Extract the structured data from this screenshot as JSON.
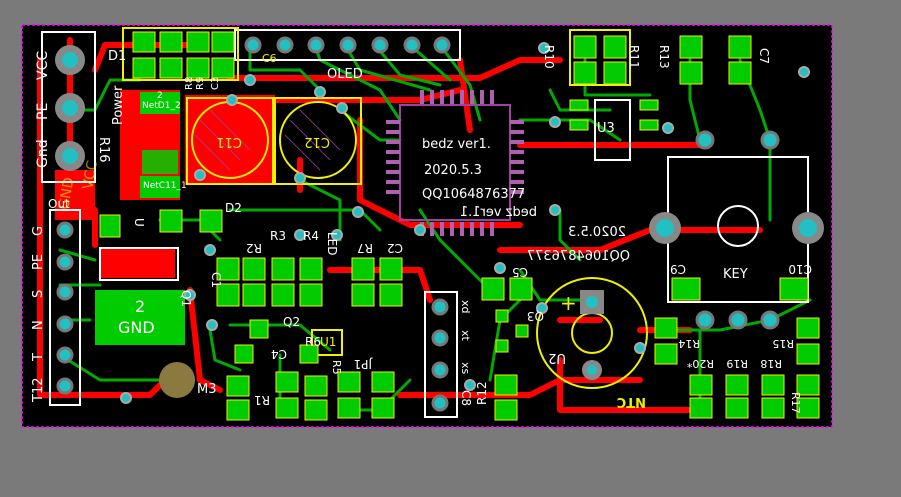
{
  "colors": {
    "background": "#7a7a7a",
    "board": "#000000",
    "outline": "#ff00ff",
    "top_copper": "#ff0000",
    "bottom_copper": "#00aa00",
    "pad": "#00cc00",
    "via": "#22c0c0",
    "silk": "#ffffff",
    "silk_yellow": "#f0f000",
    "keepout": "#a040a0"
  },
  "labels": {
    "vcc": "VCC",
    "pe": "PE",
    "gnd": "Gnd",
    "power": "Power",
    "d1": "D1",
    "r16": "R16",
    "vcc_net": "VCC",
    "gnd_net": "GND",
    "oled": "OLED",
    "c6": "C6",
    "r8": "R8",
    "r9": "R9",
    "c3": "C3",
    "netd1_2": "NetD1_2",
    "netc11_1": "NetC11_1",
    "c11": "C11",
    "c12": "C12",
    "net_2": "2",
    "r10": "R10",
    "r11": "R11",
    "r13": "R13",
    "c7": "C7",
    "u3": "U3",
    "bedz1": "bedz ver1.",
    "date1": "2020.5.3",
    "qq1": "QQ1064876377",
    "bedz2": "bedz ver1.1",
    "date2": "2020.5.3",
    "qq2": "QQ1064876377",
    "out": "Out",
    "g": "G",
    "pe2": "PE",
    "s": "S",
    "n": "N",
    "t": "T",
    "t12": "T12",
    "d2": "D2",
    "r2": "R2",
    "r3": "R3",
    "r4": "R4",
    "led": "LED",
    "r7": "R7",
    "c2": "C2",
    "q1": "Q1",
    "c1": "C1",
    "u": "U",
    "gnd_big": "GND",
    "num_2": "2",
    "q2": "Q2",
    "c4": "C4",
    "r6": "R6",
    "u1": "U1",
    "jp1": "JP1",
    "r5": "R5",
    "m3": "M3",
    "r1": "R1",
    "xd": "xd",
    "xt": "xt",
    "xs": "xs",
    "c8": "C8",
    "c5": "C5",
    "q3": "Q3",
    "u2": "U2",
    "plus": "+",
    "r12": "R12",
    "ntc": "NTC",
    "c9": "C9",
    "c10": "C10",
    "key": "KEY",
    "r14": "R14",
    "r15": "R15",
    "r20": "R20*",
    "r19": "R19",
    "r18": "R18",
    "r17": "R17"
  }
}
